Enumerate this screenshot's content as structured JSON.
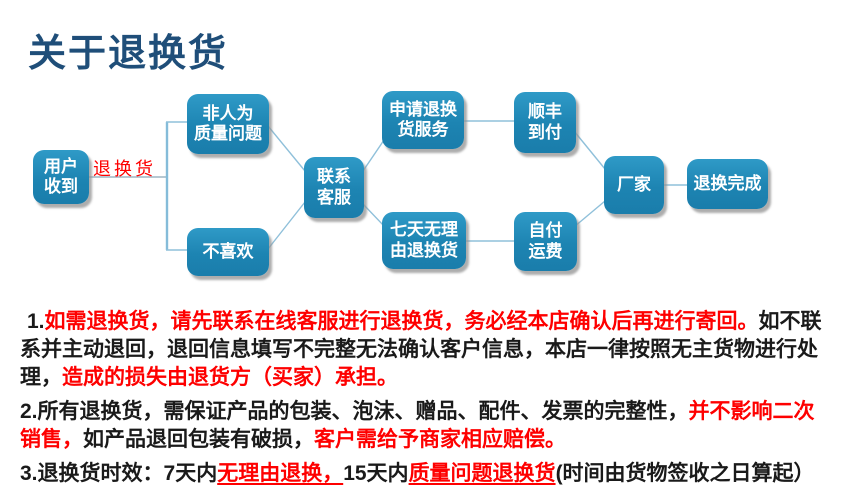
{
  "title": "关于退换货",
  "palette": {
    "title_color": "#1f4e79",
    "box_blue": "#1d84b2",
    "line_blue": "#8fc0da",
    "red": "#fe0000",
    "text_black": "#1a1a1a"
  },
  "flowchart": {
    "edge_label": "退换货",
    "nodes": {
      "user_received": "用户\n收到",
      "non_human_quality": "非人为\n质量问题",
      "dislike": "不喜欢",
      "contact_service": "联系\n客服",
      "apply_return": "申请退换\n货服务",
      "sf_pay_on_delivery": "顺丰\n到付",
      "seven_day_no_reason": "七天无理\n由退换货",
      "self_pay_shipping": "自付\n运费",
      "manufacturer": "厂家",
      "return_complete": "退换完成"
    }
  },
  "notes": [
    [
      "1.",
      "如需退换货，请先联系在线客服进行退换货，务必经本店确认后再进行寄回。",
      "如不联系并主动退回，退回信息填写不完整无法确认客户信息，本店一律按照无主货物进行处理，",
      "造成的损失由退货方（买家）承担。"
    ],
    [
      "2.所有退换货，需保证产品的包装、泡沫、赠品、配件、发票的完整性，",
      "并不影响二次销售，",
      "如产品退回包装有破损，",
      "客户需给予商家相应赔偿。"
    ],
    [
      "3.退换货时效：7天内",
      "无理由退换，",
      "15天内",
      "质量问题退换货",
      "(时间由货物签收之日算起）"
    ]
  ]
}
